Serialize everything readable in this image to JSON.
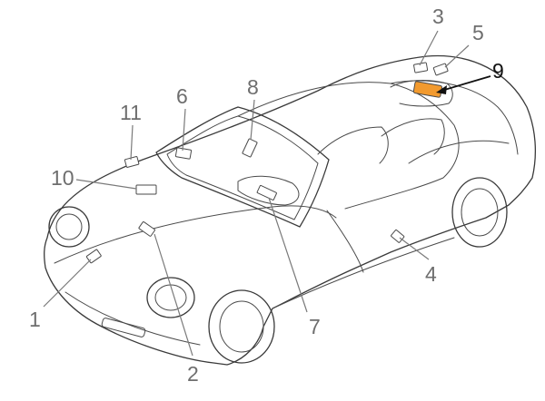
{
  "diagram": {
    "colors": {
      "outline": "#3a3a3a",
      "callout_text": "#6e6e6e",
      "highlight_fill": "#f29a2e",
      "highlight_text": "#111111"
    },
    "callouts": [
      {
        "number": "1",
        "highlighted": false
      },
      {
        "number": "2",
        "highlighted": false
      },
      {
        "number": "3",
        "highlighted": false
      },
      {
        "number": "4",
        "highlighted": false
      },
      {
        "number": "5",
        "highlighted": false
      },
      {
        "number": "6",
        "highlighted": false
      },
      {
        "number": "7",
        "highlighted": false
      },
      {
        "number": "8",
        "highlighted": false
      },
      {
        "number": "9",
        "highlighted": true
      },
      {
        "number": "10",
        "highlighted": false
      },
      {
        "number": "11",
        "highlighted": false
      }
    ]
  }
}
